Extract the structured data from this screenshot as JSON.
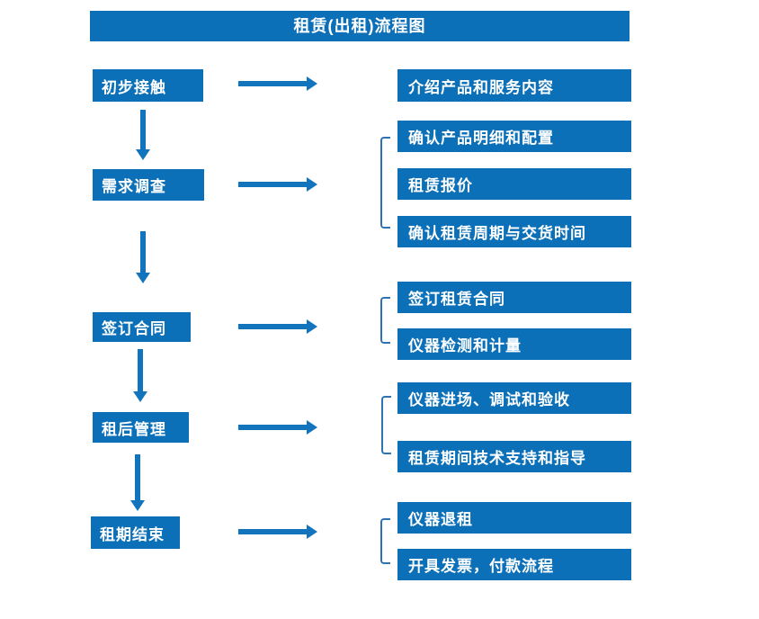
{
  "title": "租赁(出租)流程图",
  "colors": {
    "box_blue": "#0c70b9",
    "arrow_blue": "#1274bd",
    "bracket_blue": "#2e74b5",
    "text_white": "#ffffff",
    "background": "#ffffff"
  },
  "steps": [
    {
      "label": "初步接触",
      "details": [
        "介绍产品和服务内容"
      ]
    },
    {
      "label": "需求调查",
      "details": [
        "确认产品明细和配置",
        "租赁报价",
        "确认租赁周期与交货时间"
      ]
    },
    {
      "label": "签订合同",
      "details": [
        "签订租赁合同",
        "仪器检测和计量"
      ]
    },
    {
      "label": "租后管理",
      "details": [
        "仪器进场、调试和验收",
        "租赁期间技术支持和指导"
      ]
    },
    {
      "label": "租期结束",
      "details": [
        "仪器退租",
        "开具发票，付款流程"
      ]
    }
  ]
}
